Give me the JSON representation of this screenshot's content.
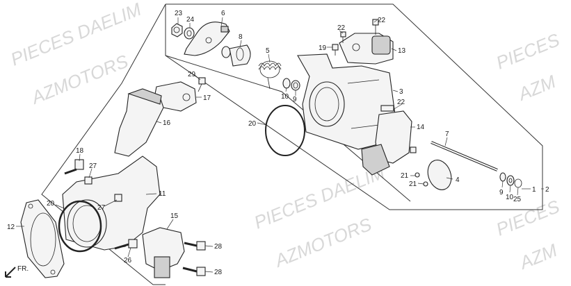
{
  "watermarks": [
    "PIECES DAELIM",
    "AZMOTORS",
    "PIECES",
    "AZM",
    "PIECES DAELIM",
    "AZMOTORS",
    "PIECES",
    "AZM"
  ],
  "callouts": [
    "23",
    "24",
    "6",
    "8",
    "5",
    "10",
    "9",
    "22",
    "22",
    "19",
    "13",
    "3",
    "22",
    "14",
    "7",
    "29",
    "17",
    "16",
    "20",
    "18",
    "27",
    "27",
    "11",
    "20",
    "12",
    "15",
    "28",
    "28",
    "26",
    "4",
    "21",
    "21",
    "9",
    "10",
    "25",
    "1",
    "2"
  ],
  "direction_label": "FR.",
  "colors": {
    "line": "#222222",
    "watermark": "#d8d8d8",
    "background": "#ffffff"
  }
}
